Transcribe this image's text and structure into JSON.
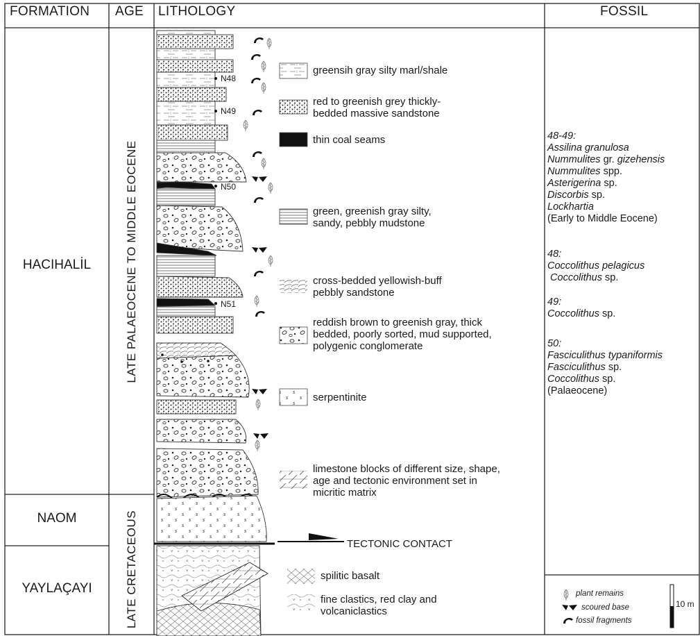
{
  "headers": {
    "formation": "FORMATION",
    "age": "AGE",
    "lithology": "LITHOLOGY",
    "fossil": "FOSSIL"
  },
  "formations": [
    "HACIHALİL",
    "NAOM",
    "YAYLAÇAYI"
  ],
  "ages": [
    "LATE PALAEOCENE TO MIDDLE EOCENE",
    "LATE  CRETACEOUS"
  ],
  "samples": [
    "N48",
    "N49",
    "N50",
    "N51"
  ],
  "legend": [
    {
      "pattern": "marl",
      "lines": [
        "greensih gray silty marl/shale"
      ]
    },
    {
      "pattern": "sandstone",
      "lines": [
        "red to greenish grey thickly-",
        "bedded massive sandstone"
      ]
    },
    {
      "pattern": "coal",
      "lines": [
        "thin coal seams"
      ]
    },
    {
      "pattern": "mudstone",
      "lines": [
        "green, greenish gray silty,",
        "sandy, pebbly mudstone"
      ]
    },
    {
      "pattern": "cross-bedded-sandstone",
      "lines": [
        "cross-bedded yellowish-buff",
        "pebbly sandstone"
      ]
    },
    {
      "pattern": "conglomerate",
      "lines": [
        "reddish brown to greenish gray, thick",
        "bedded, poorly sorted,  mud supported,",
        "polygenic conglomerate"
      ]
    },
    {
      "pattern": "serpentinite",
      "lines": [
        "serpentinite"
      ]
    },
    {
      "pattern": "limestone-blocks",
      "lines": [
        "limestone blocks of different size, shape,",
        "age and tectonic environment set in",
        "micritic matrix"
      ]
    },
    {
      "pattern": "tectonic-contact",
      "lines": [
        "TECTONIC CONTACT"
      ]
    },
    {
      "pattern": "spilitic-basalt",
      "lines": [
        "spilitic basalt"
      ]
    },
    {
      "pattern": "fine-clastics",
      "lines": [
        "fine clastics, red clay and",
        "volcaniclastics"
      ]
    }
  ],
  "fossils": {
    "g1_label": "48-49:",
    "g1_l1": "Assilina granulosa",
    "g1_l2a": "Nummulites",
    "g1_l2b": " gr. ",
    "g1_l2c": "gizehensis",
    "g1_l3a": "Nummulites",
    "g1_l3b": " spp.",
    "g1_l4a": "Asterigerina",
    "g1_l4b": " sp.",
    "g1_l5a": "Discorbis",
    "g1_l5b": " sp.",
    "g1_l6": "Lockhartia",
    "g1_l7": "(Early to Middle Eocene)",
    "g2_label": "48:",
    "g2_l1": "Coccolithus pelagicus",
    "g2_l2a": "Coccolithus",
    "g2_l2b": " sp.",
    "g3_label": "49:",
    "g3_l1a": "Coccolithus",
    "g3_l1b": " sp.",
    "g4_label": "50:",
    "g4_l1": "Fasciculithus typaniformis",
    "g4_l2a": "Fasciculithus",
    "g4_l2b": " sp.",
    "g4_l3a": "Coccolithus",
    "g4_l3b": " sp.",
    "g4_l4": "(Palaeocene)"
  },
  "key": {
    "plant": "plant remains",
    "scour": "scoured base",
    "fragments": "fossil fragments",
    "scale": "10 m"
  }
}
